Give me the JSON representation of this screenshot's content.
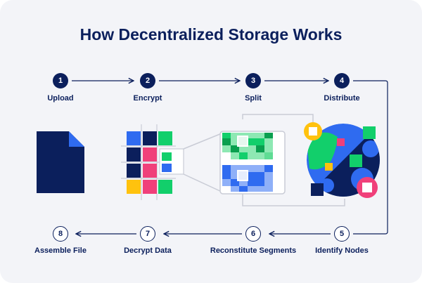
{
  "title": "How Decentralized Storage Works",
  "steps": [
    {
      "number": "1",
      "label": "Upload"
    },
    {
      "number": "2",
      "label": "Encrypt"
    },
    {
      "number": "3",
      "label": "Split"
    },
    {
      "number": "4",
      "label": "Distribute"
    },
    {
      "number": "5",
      "label": "Identify Nodes"
    },
    {
      "number": "6",
      "label": "Reconstitute Segments"
    },
    {
      "number": "7",
      "label": "Decrypt Data"
    },
    {
      "number": "8",
      "label": "Assemble File"
    }
  ],
  "colors": {
    "navy": "#0b1f5c",
    "blue": "#2f6bf0",
    "green": "#12cf6b",
    "pink": "#f0407a",
    "yellow": "#ffc20e"
  }
}
